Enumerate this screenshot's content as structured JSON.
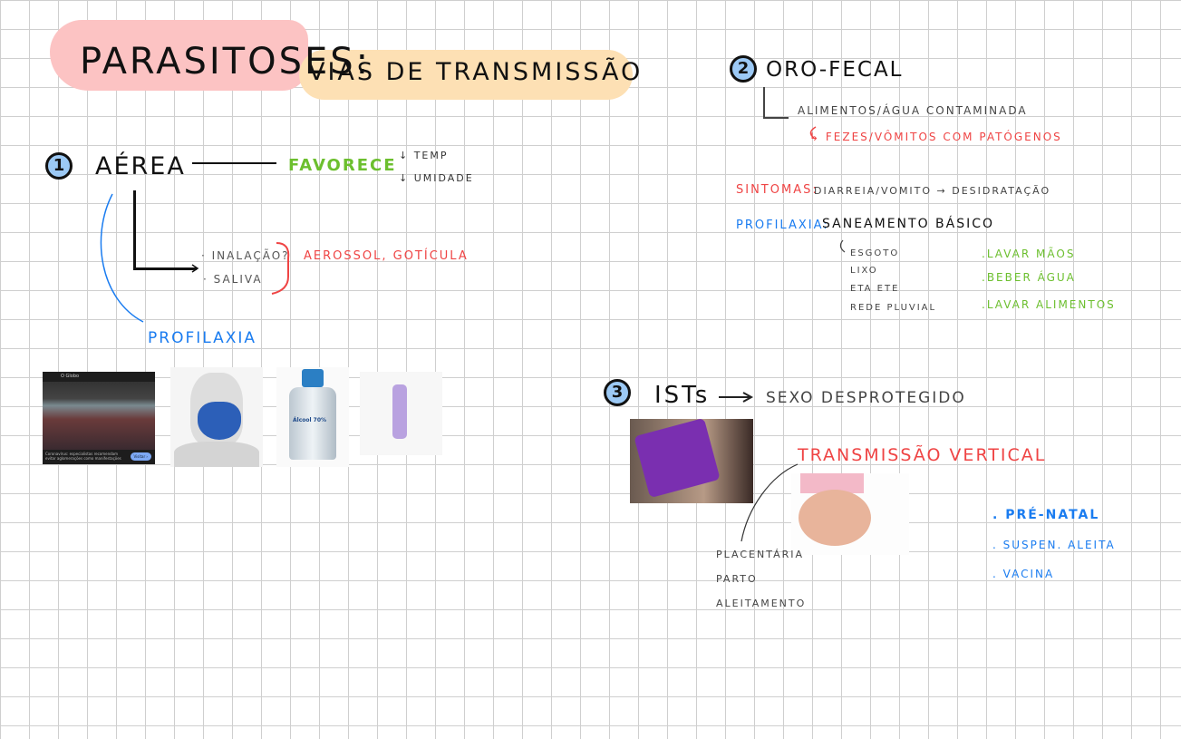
{
  "title": {
    "part1": "Parasitoses:",
    "part2": "Vias de transmissão"
  },
  "section1": {
    "number": "1",
    "heading": "Aérea",
    "favorece": "Favorece",
    "factors": [
      "↓ Temp",
      "↓ Umidade"
    ],
    "routes": [
      "· Inalação?",
      "· Saliva"
    ],
    "result": "Aerossol, gotícula",
    "profilaxia": "Profilaxia",
    "images": {
      "news_source": "O Globo",
      "news_caption": "Coronavírus: especialistas recomendam evitar aglomerações como manifestações de rua -...",
      "news_button": "Visitar ›",
      "alcohol_label": "Álcool 70%"
    }
  },
  "section2": {
    "number": "2",
    "heading": "Oro-fecal",
    "source": "Alimentos/água contaminada",
    "detail": "↳ fezes/vômitos com patógenos",
    "sintomas_label": "Sintomas:",
    "sintomas": "Diarreia/vomito → Desidratação",
    "profilaxia_label": "Profilaxia:",
    "profilaxia_main": "Saneamento Básico",
    "saneamento_items": [
      "Esgoto",
      "Lixo",
      "ETA ETE",
      "Rede pluvial"
    ],
    "habits": [
      ".Lavar mãos",
      ".Beber água",
      ".Lavar alimentos"
    ]
  },
  "section3": {
    "number": "3",
    "heading": "ISTs",
    "arrow_to": "Sexo desprotegido",
    "vertical": "Transmissão vertical",
    "vertical_routes": [
      "Placentária",
      "Parto",
      "Aleitamento"
    ],
    "prevention": [
      ". Pré-natal",
      ". Suspen. aleita",
      ". Vacina"
    ]
  },
  "colors": {
    "red": "#ef4444",
    "green": "#6cbf2e",
    "blue": "#1a7cf0",
    "pink": "#fcc3c3",
    "orange": "#fde0b4"
  }
}
